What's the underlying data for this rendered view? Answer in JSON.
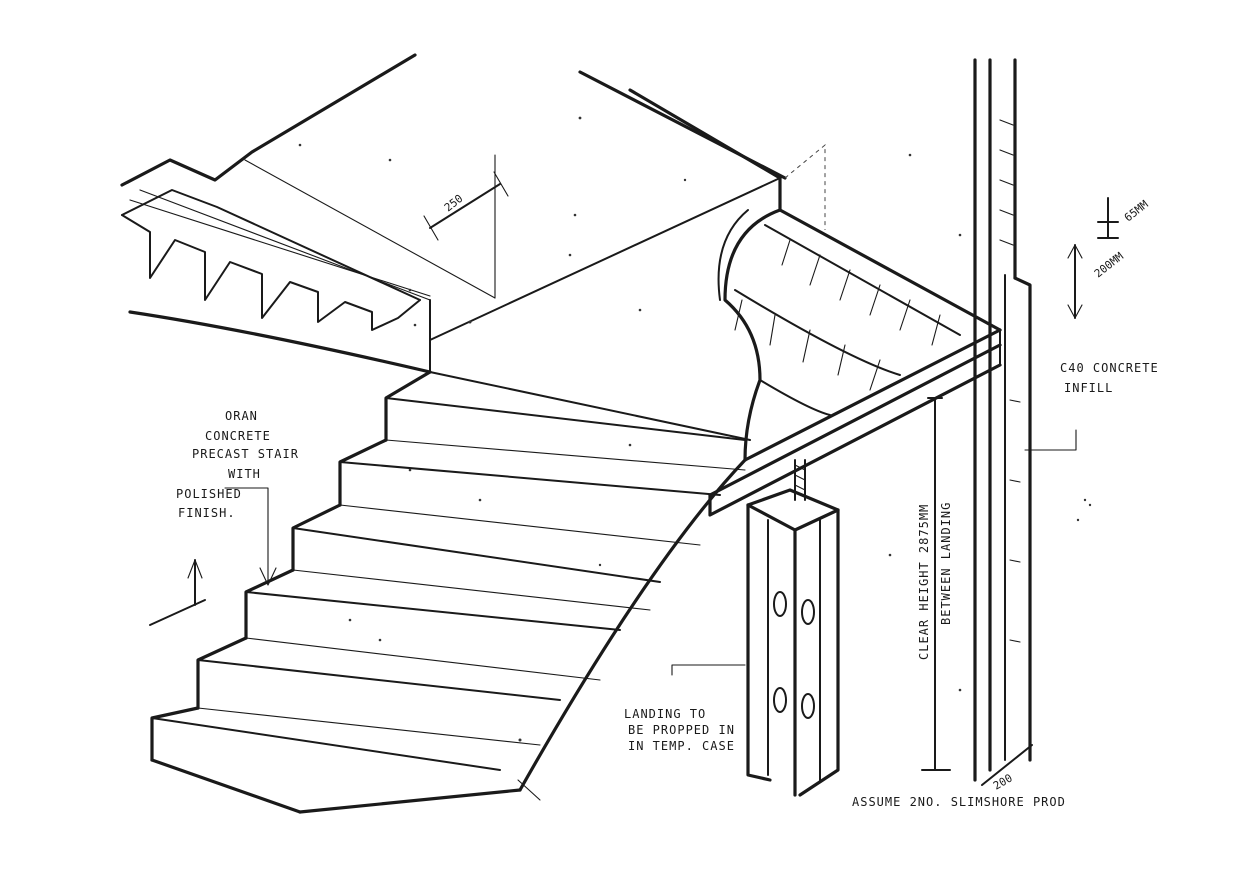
{
  "labels": {
    "stair_note": [
      "ORAN",
      "CONCRETE",
      "PRECAST STAIR",
      "WITH"
    ],
    "finish_note": [
      "POLISHED",
      "FINISH."
    ],
    "c40_note": [
      "C40 CONCRETE",
      "INFILL"
    ],
    "clear_height_note": [
      "CLEAR HEIGHT 2875MM",
      "BETWEEN LANDING"
    ],
    "landing_prop_note": [
      "LANDING TO",
      "BE PROPPED IN",
      "IN TEMP. CASE"
    ],
    "assume_note": "ASSUME 2NO. SLIMSHORE PROD"
  },
  "dimensions": {
    "tread": "250",
    "slab_top": "65MM",
    "slab_depth": "200MM",
    "wall_width": "200"
  },
  "colors": {
    "ink": "#1a1a1a",
    "paper": "#ffffff"
  }
}
